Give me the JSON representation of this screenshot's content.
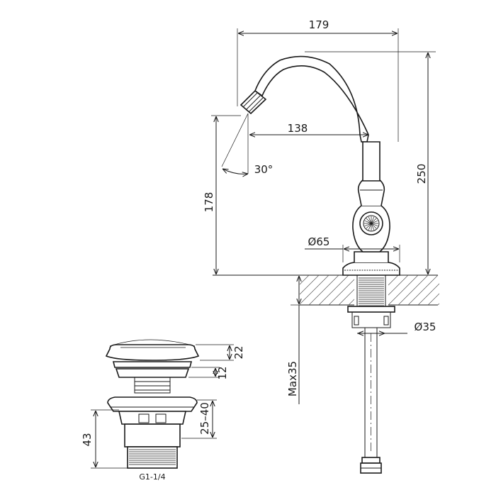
{
  "faucet": {
    "width_label": "179",
    "reach_label": "138",
    "height_label": "250",
    "angle_label": "30°",
    "spout_height_label": "178",
    "base_diameter_label": "Ø65",
    "hole_diameter_label": "Ø35",
    "max_thickness_label": "Max35"
  },
  "drain": {
    "cap_height_label": "22",
    "gap_label": "12",
    "thickness_range_label": "25–40",
    "body_height_label": "43",
    "thread_label": "G1-1/4"
  }
}
